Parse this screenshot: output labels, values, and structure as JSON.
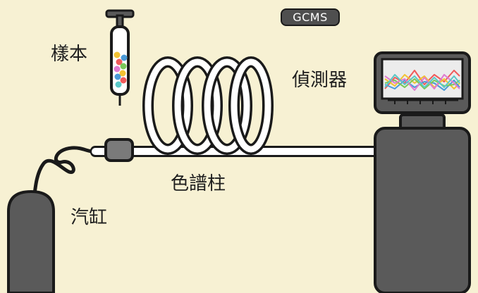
{
  "diagram": {
    "badge": "GCMS",
    "labels": {
      "sample": "樣本",
      "detector": "偵測器",
      "column": "色譜柱",
      "gas_cylinder": "汽缸"
    }
  },
  "colors": {
    "background": "#f7f1d3",
    "outline": "#1a1a1a",
    "device_fill": "#5a5a5a",
    "screen_bg": "#ececec",
    "trace_colors": [
      "#f05a5a",
      "#f2c233",
      "#4a9ad8",
      "#7ac85a",
      "#e07ad0",
      "#5ac8c8"
    ]
  },
  "icons": [
    "syringe-icon",
    "gas-cylinder-icon",
    "detector-icon",
    "column-coil-icon",
    "injector-icon"
  ]
}
